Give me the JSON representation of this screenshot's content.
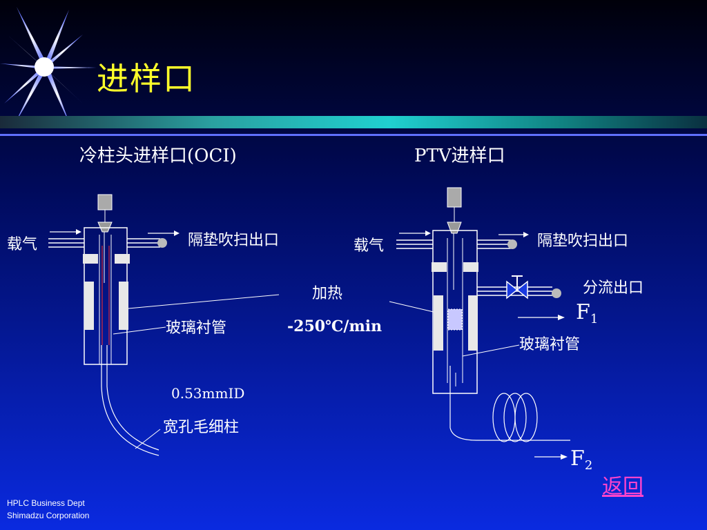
{
  "slide": {
    "title": "进样口",
    "back_link": "返回",
    "footer_line1": "HPLC Business Dept",
    "footer_line2": "Shimadzu Corporation"
  },
  "left_diagram": {
    "heading": "冷柱头进样口(OCI)",
    "carrier_gas": "载气",
    "septum_purge": "隔垫吹扫出口",
    "glass_liner": "玻璃衬管",
    "column_id": "0.53mmID",
    "column_name": "宽孔毛细柱"
  },
  "center": {
    "heating": "加热",
    "rate": "-250℃/min"
  },
  "right_diagram": {
    "heading": "PTV进样口",
    "carrier_gas": "载气",
    "septum_purge": "隔垫吹扫出口",
    "split_outlet": "分流出口",
    "glass_liner": "玻璃衬管",
    "flow1_letter": "F",
    "flow1_sub": "1",
    "flow2_letter": "F",
    "flow2_sub": "2"
  },
  "colors": {
    "title": "#ffff2a",
    "background_top": "#00000a",
    "background_bottom": "#0a2ae0",
    "link": "#ff44cc"
  }
}
